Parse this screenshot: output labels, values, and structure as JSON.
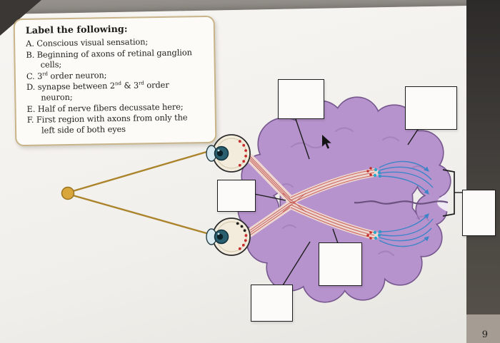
{
  "page_number": "9",
  "instruction_box": {
    "title": "Label the following:",
    "items": [
      {
        "line1": "A. Conscious visual sensation;"
      },
      {
        "line1": "B. Beginning of axons of retinal ganglion",
        "line2": "cells;"
      },
      {
        "pre": "C. 3",
        "sup": "rd",
        "post": " order neuron;"
      },
      {
        "pre": "D. synapse between 2",
        "sup1": "nd",
        "mid": " & 3",
        "sup2": "rd",
        "post": " order",
        "line2": "neuron;"
      },
      {
        "line1": "E. Half of nerve fibers decussate here;"
      },
      {
        "line1": "F. First region with axons from only the",
        "line2": "left side of both eyes"
      }
    ]
  },
  "diagram": {
    "subject": "Visual pathway: both eyes, optic nerves, optic chiasm, optic tracts and radiations on a superior view of the brain",
    "colors": {
      "brain_fill": "#b793cd",
      "brain_outline": "#77588f",
      "nerve_band": "#eed7d1",
      "nerve_stripe": "#c4574f",
      "retina_dots": "#c62c2c",
      "lgn_dots": "#2aa6c9",
      "optic_radiations": "#3d85c8",
      "light_source": "#d9a63c"
    },
    "answer_boxes": [
      {
        "index": 1,
        "points_to": "optic nerve of upper eye",
        "value": ""
      },
      {
        "index": 2,
        "points_to": "cortex at top right of brain",
        "value": ""
      },
      {
        "index": 3,
        "points_to": "optic chiasm",
        "value": ""
      },
      {
        "index": 4,
        "points_to": "bracketed posterior (occipital) region",
        "value": ""
      },
      {
        "index": 5,
        "points_to": "optic tract below chiasm",
        "value": ""
      },
      {
        "index": 6,
        "points_to": "optic nerve of lower eye",
        "value": ""
      }
    ]
  }
}
